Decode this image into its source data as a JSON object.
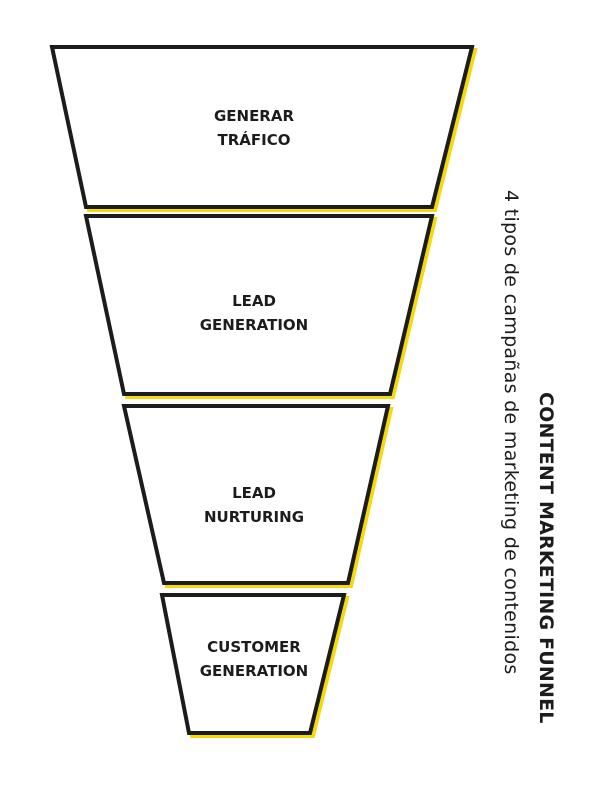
{
  "title": "CONTENT MARKETING FUNNEL",
  "subtitle": "4 tipos de campañas de marketing de contenidos",
  "colors": {
    "outline": "#1c1c1c",
    "accent": "#f5d90a",
    "fill": "#ffffff",
    "text": "#1c1c1c"
  },
  "stages": [
    {
      "lines": [
        "GENERAR",
        "TRÁFICO"
      ]
    },
    {
      "lines": [
        "LEAD",
        "GENERATION"
      ]
    },
    {
      "lines": [
        "LEAD",
        "NURTURING"
      ]
    },
    {
      "lines": [
        "CUSTOMER",
        "GENERATION"
      ]
    }
  ]
}
